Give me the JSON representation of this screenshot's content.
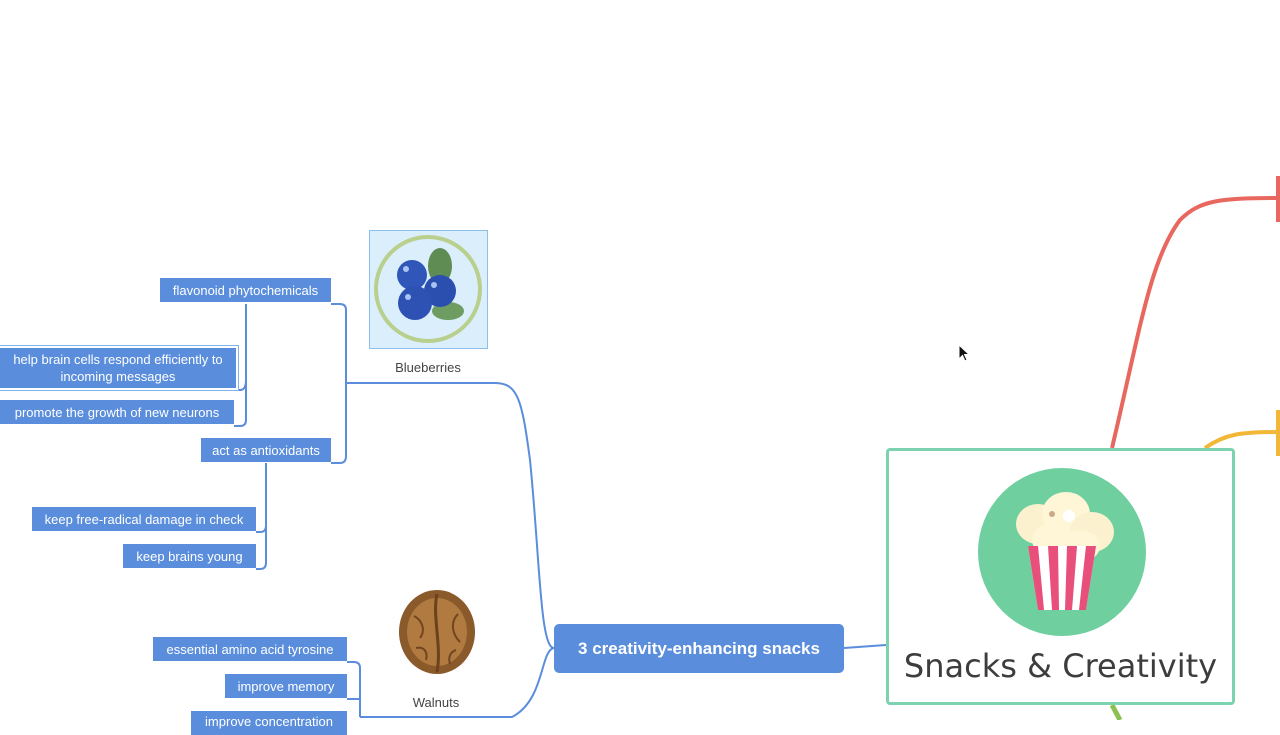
{
  "central": {
    "title": "Snacks & Creativity",
    "icon": "popcorn-icon",
    "border_color": "#7dd3b0"
  },
  "branch": {
    "label": "3 creativity-enhancing snacks",
    "color": "#5a8ddb"
  },
  "topics": [
    {
      "label": "Blueberries",
      "icon": "blueberries-icon"
    },
    {
      "label": "Walnuts",
      "icon": "walnut-icon"
    }
  ],
  "leaves": {
    "flavonoid": "flavonoid phytochemicals",
    "respond": "help brain cells respond efficiently to incoming messages",
    "neurons": "promote the growth of new neurons",
    "antioxidants": "act as antioxidants",
    "free_radical": "keep free-radical damage in check",
    "young": "keep brains young",
    "tyrosine": "essential amino acid tyrosine",
    "memory": "improve memory",
    "concentration": "improve concentration"
  },
  "colors": {
    "connector_blue": "#5a8ddb",
    "branch_red": "#e8675f",
    "branch_yellow": "#f2b736",
    "branch_green": "#8cc152"
  }
}
